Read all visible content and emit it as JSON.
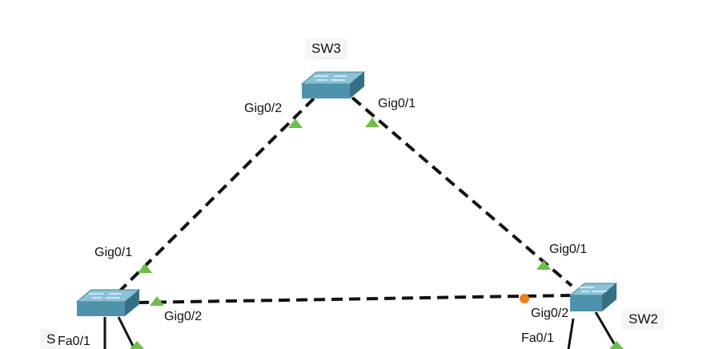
{
  "devices": {
    "sw3": {
      "name": "SW3"
    },
    "sw2": {
      "name": "SW2"
    },
    "sw1": {
      "name_visible": "S"
    }
  },
  "ports": {
    "sw3_left": "Gig0/2",
    "sw3_right": "Gig0/1",
    "sw1_top": "Gig0/1",
    "sw1_right": "Gig0/2",
    "sw2_top": "Gig0/1",
    "sw2_left": "Gig0/2",
    "sw1_bottom": "Fa0/1",
    "sw2_bottom": "Fa0/1"
  },
  "link_states": {
    "sw3_sw1": [
      "up",
      "up"
    ],
    "sw3_sw2": [
      "up",
      "up"
    ],
    "sw1_sw2": [
      "up",
      "blocking"
    ]
  },
  "colors": {
    "port_up": "#6cbf4a",
    "port_blocking": "#f07f1a",
    "switch_top": "#8cc2d8",
    "switch_front": "#4e93ab",
    "link": "#111111"
  }
}
